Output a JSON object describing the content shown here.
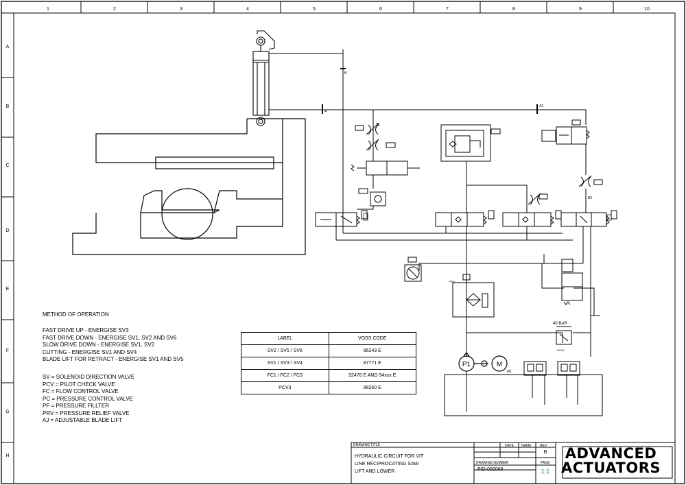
{
  "grid": {
    "columns": [
      "1",
      "2",
      "3",
      "4",
      "5",
      "6",
      "7",
      "8",
      "9",
      "10"
    ],
    "rows": [
      "A",
      "B",
      "C",
      "D",
      "E",
      "F",
      "G",
      "H"
    ]
  },
  "method": {
    "title": "METHOD OF OPERATION",
    "steps": [
      "FAST DRIVE UP - ENERGISE SV3",
      "FAST DRIVE DOWN - ENERGISE SV1, SV2 AND SV6",
      "SLOW DRIVE DOWN - ENERGISE SV1, SV2",
      "CUTTING  - ENERGISE SV1 AND SV4",
      "BLADE LIFT FOR RETRACT - ENERGISE SV1 AND SV5"
    ],
    "legend": [
      "SV = SOLENOID DIRECTION VALVE",
      "PCV = PILOT CHECK VALVE",
      "FC = FLOW CONTROL VALVE",
      "PC = PRESSURE CONTROL VALVE",
      "PF = PRESSURE FILLTER",
      "PRV = PRESSURE RELIEF VALVE",
      "AJ = ADJUSTABLE BLADE LIFT"
    ]
  },
  "table": {
    "headers": [
      "LABEL",
      "VOSS CODE"
    ],
    "rows": [
      [
        "SV2 / SV5 / SV6",
        "86243 E"
      ],
      [
        "SV1 / SV3 / SV4",
        "87771 E"
      ],
      [
        "FC1 / FC2 / FC3",
        "92476 E AND 94xxx E"
      ],
      [
        "PCV3",
        "88260 E"
      ]
    ]
  },
  "diagram": {
    "port_a": "A",
    "port_b": "B",
    "port_a2": "A2",
    "port_b2": "B2",
    "pressure_setting": "40  BAR",
    "pump": "P1",
    "motor": "M",
    "motor_tag": "M1",
    "prv_tag": "PRV",
    "pcv5_tag": "PCV5"
  },
  "titleblock": {
    "drawing_title_label": "DRAWING  TITLE",
    "drawing_title": [
      "HYDRAULIC CIRCUIT FOR VIT",
      "LINE RECIPROCATING SAW",
      "LIFT AND LOWER"
    ],
    "date_label": "DATE",
    "name_label": "NAME",
    "rev_label": "REV",
    "rev": "B",
    "drawing_number_label": "DRAWING  NUMBER",
    "drawing_number": "PID-000069",
    "page_label": "PAGE",
    "page": "1",
    "page_of": "1",
    "logo_line1": "ADVANCED",
    "logo_line2": "ACTUATORS"
  },
  "colors": {
    "logo_text": "#1a1a1a",
    "scale_green": "#1f7a3a"
  }
}
